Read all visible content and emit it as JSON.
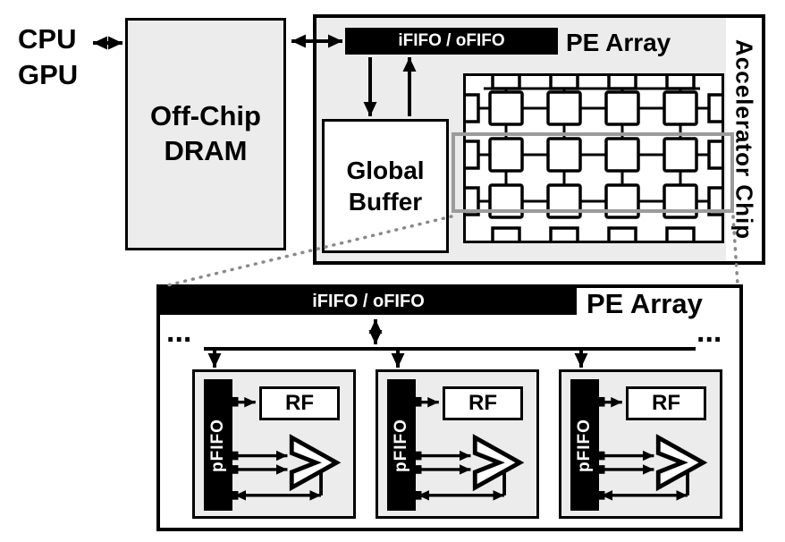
{
  "host": {
    "cpu_label": "CPU",
    "gpu_label": "GPU"
  },
  "dram": {
    "line1": "Off-Chip",
    "line2": "DRAM"
  },
  "chip": {
    "title": "Accelerator Chip",
    "fifo_label": "iFIFO / oFIFO",
    "pe_array_label": "PE Array",
    "global_buffer": {
      "line1": "Global",
      "line2": "Buffer"
    }
  },
  "pe_detail": {
    "fifo_label": "iFIFO / oFIFO",
    "pe_array_label": "PE Array",
    "ellipsis_left": "...",
    "ellipsis_right": "...",
    "pe": {
      "pfifo_label": "pFIFO",
      "rf_label": "RF"
    }
  },
  "colors": {
    "outline": "#000000",
    "box_fill": "#ececec",
    "bar_fill": "#000000",
    "bar_text": "#ffffff",
    "highlight": "#9b9b9b",
    "dotted_link": "#8a8a8a"
  }
}
